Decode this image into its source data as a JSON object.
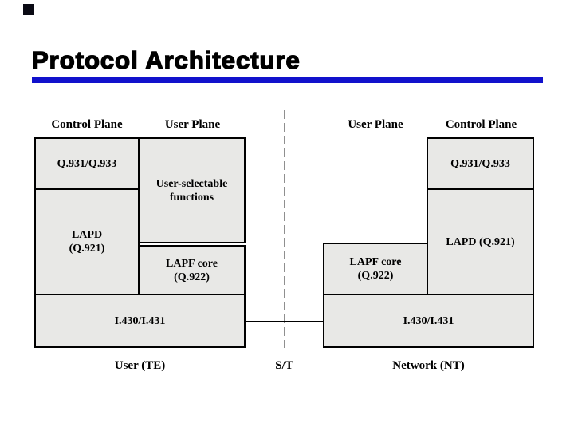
{
  "slide": {
    "title": "Protocol Architecture"
  },
  "diagram": {
    "left": {
      "header_control": "Control Plane",
      "header_user": "User Plane",
      "q931": "Q.931/Q.933",
      "lapd": [
        "LAPD",
        "(Q.921)"
      ],
      "usf": [
        "User-selectable",
        "functions"
      ],
      "lapf": [
        "LAPF core",
        "(Q.922)"
      ],
      "i430": "I.430/I.431",
      "caption": "User (TE)"
    },
    "right": {
      "header_user": "User Plane",
      "header_control": "Control Plane",
      "q931": "Q.931/Q.933",
      "lapd": "LAPD (Q.921)",
      "lapf": [
        "LAPF core",
        "(Q.922)"
      ],
      "i430": "I.430/I.431",
      "caption": "Network (NT)"
    },
    "interface_label": "S/T"
  },
  "colors": {
    "title_text": "#000000",
    "title_underline": "#1111cc",
    "box_fill": "#e8e8e6",
    "box_border": "#000000",
    "dashed_reference_line": "#8f8f8f",
    "bullet_square": "#0a0a14"
  }
}
